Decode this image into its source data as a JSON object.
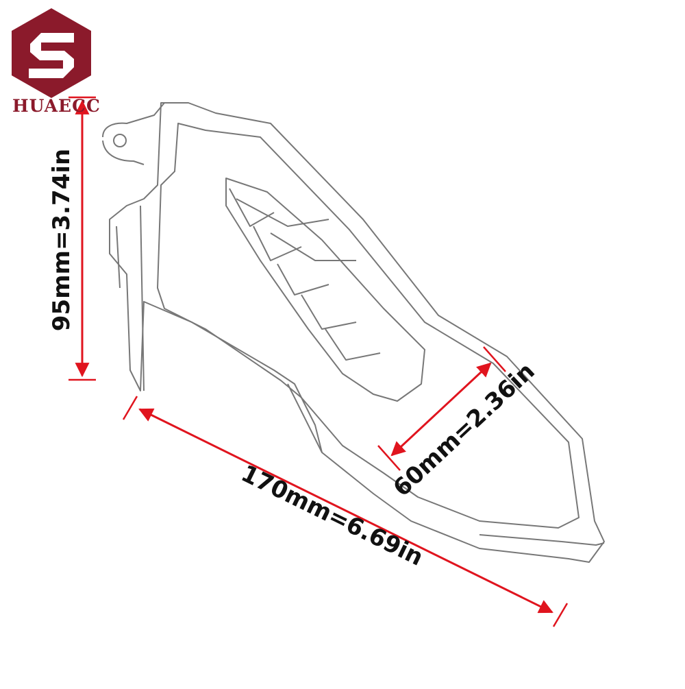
{
  "brand": {
    "name": "HUAECC",
    "color": "#8b1a2b"
  },
  "dimensions": {
    "height": "95mm=3.74in",
    "width": "60mm=2.36in",
    "length": "170mm=6.69in"
  },
  "colors": {
    "dimension_line": "#e0141e",
    "outline": "#777777",
    "text": "#111111"
  }
}
